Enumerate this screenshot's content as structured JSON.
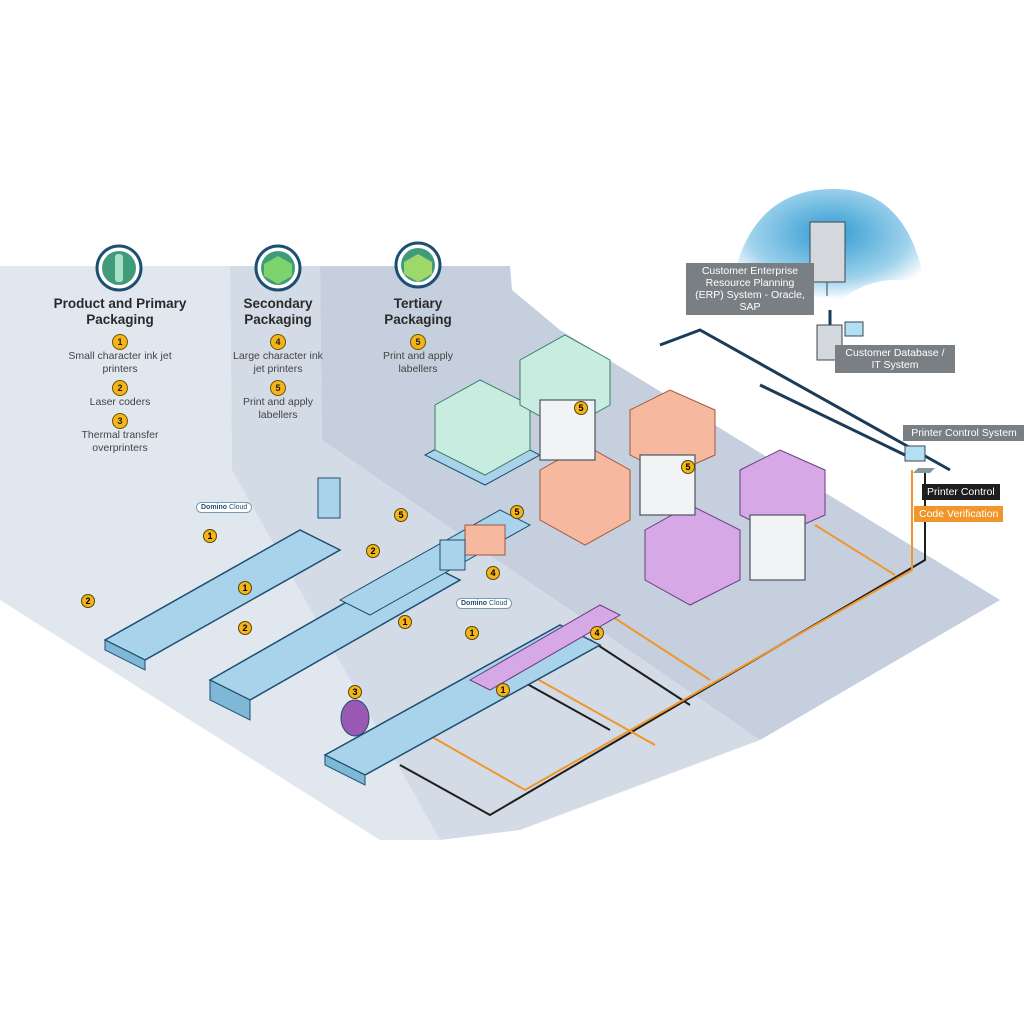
{
  "zones": [
    {
      "title": "Product and Primary Packaging",
      "items": [
        {
          "num": "1",
          "text": "Small character ink jet printers"
        },
        {
          "num": "2",
          "text": "Laser coders"
        },
        {
          "num": "3",
          "text": "Thermal transfer overprinters"
        }
      ]
    },
    {
      "title": "Secondary Packaging",
      "items": [
        {
          "num": "4",
          "text": "Large character ink jet printers"
        },
        {
          "num": "5",
          "text": "Print and apply labellers"
        }
      ]
    },
    {
      "title": "Tertiary Packaging",
      "items": [
        {
          "num": "5",
          "text": "Print and apply labellers"
        }
      ]
    }
  ],
  "systems": {
    "erp": "Customer Enterprise Resource Planning (ERP) System - Oracle, SAP",
    "database": "Customer Database / IT System",
    "printer_control_system": "Printer Control System"
  },
  "legend": {
    "printer_control": "Printer Control",
    "code_verification": "Code Verification"
  },
  "cloud_label": {
    "bold": "Domino",
    "rest": " Cloud"
  },
  "markers": [
    "1",
    "1",
    "1",
    "1",
    "1",
    "2",
    "2",
    "2",
    "3",
    "4",
    "4",
    "5",
    "5",
    "5",
    "5"
  ],
  "colors": {
    "zone_light": "#e1e7ef",
    "zone_mid": "#c5cfdd",
    "zone_dark": "#a9b6c8",
    "conveyor": "#a9d3ea",
    "control_line": "#1e1e1e",
    "verification_line": "#f0962a",
    "network_line": "#1a3c58",
    "marker": "#f4b41a"
  }
}
